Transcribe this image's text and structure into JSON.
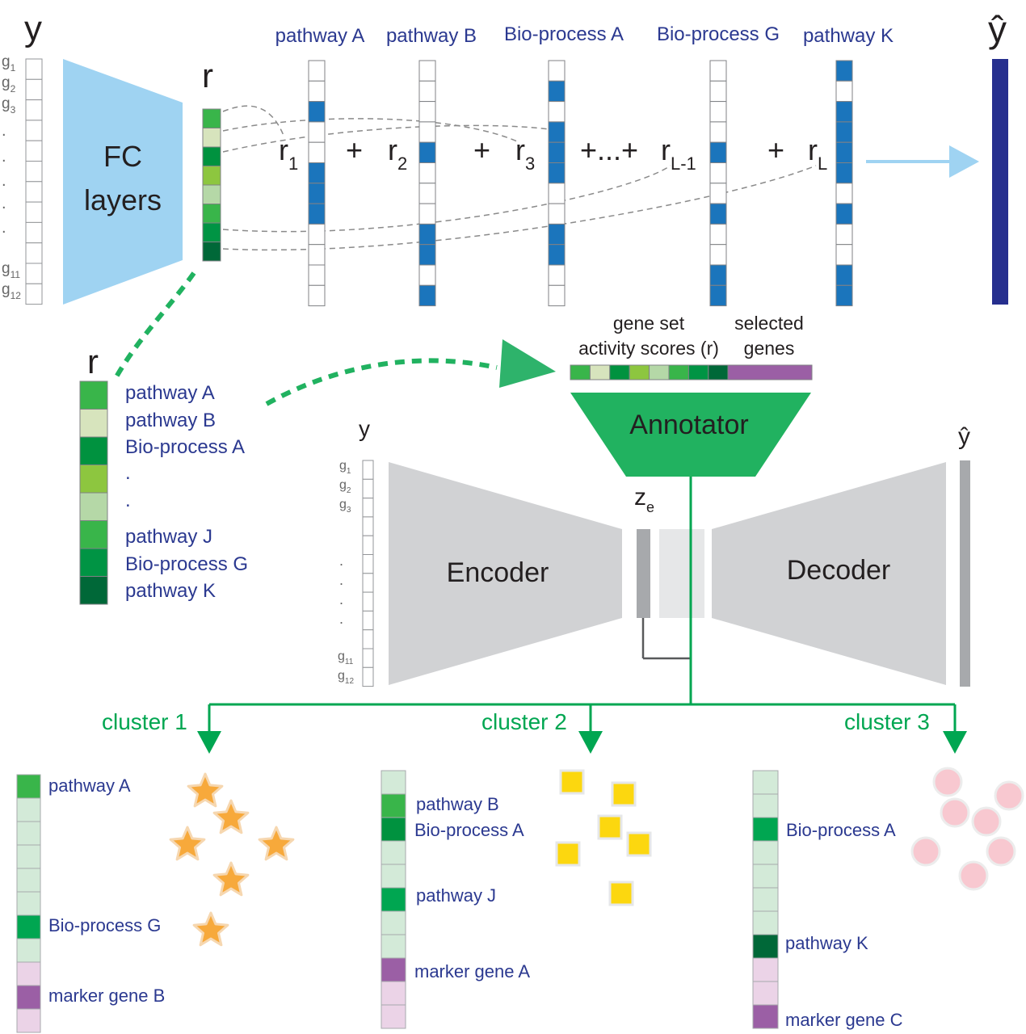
{
  "top": {
    "y_label": "y",
    "yhat_label": "ŷ",
    "r_label": "r",
    "fc_line1": "FC",
    "fc_line2": "layers",
    "gene_labels": {
      "g1": "g",
      "g1_sub": "1",
      "g2": "g",
      "g2_sub": "2",
      "g3": "g",
      "g3_sub": "3",
      "g11": "g",
      "g11_sub": "11",
      "g12": "g",
      "g12_sub": "12"
    },
    "dots": ".",
    "pathways": [
      "pathway A",
      "pathway B",
      "Bio-process A",
      "Bio-process G",
      "pathway K"
    ],
    "equation": {
      "r1": "r",
      "r1_sub": "1",
      "plus1": "+",
      "r2": "r",
      "r2_sub": "2",
      "plus2": "+",
      "r3": "r",
      "r3_sub": "3",
      "ellipsis": "+...+",
      "rL1": "r",
      "rL1_sub": "L-1",
      "plus3": "+",
      "rL": "r",
      "rL_sub": "L"
    }
  },
  "legend": {
    "r_label": "r",
    "items": [
      "pathway A",
      "pathway B",
      "Bio-process A",
      ".",
      ".",
      "pathway J",
      "Bio-process G",
      "pathway K"
    ]
  },
  "annotator": {
    "gene_set_line1": "gene set",
    "gene_set_line2": "activity scores (r)",
    "selected_line1": "selected",
    "selected_line2": "genes",
    "label": "Annotator"
  },
  "autoencoder": {
    "y_label": "y",
    "yhat_label": "ŷ",
    "encoder": "Encoder",
    "decoder": "Decoder",
    "z_label": "z",
    "z_sub": "e"
  },
  "clusters": [
    {
      "label": "cluster 1",
      "items": [
        "pathway A",
        "Bio-process G",
        "marker gene B"
      ]
    },
    {
      "label": "cluster 2",
      "items": [
        "pathway B",
        "Bio-process A",
        "pathway J",
        "marker gene A"
      ]
    },
    {
      "label": "cluster 3",
      "items": [
        "Bio-process A",
        "pathway K",
        "marker gene C"
      ]
    }
  ],
  "colors": {
    "navy_text": "#2b3990",
    "green_accent": "#00a651",
    "fc_blue": "#9fd3f2",
    "cell_blue": "#1b75bc",
    "yhat_navy": "#262f8e",
    "purple": "#9b5fa5",
    "light_purple": "#ebd3e7",
    "light_green": "#d3ead8",
    "grey_block": "#d1d2d4",
    "star": "#f7a93b",
    "square": "#fcd70f",
    "circle": "#f8c8d0"
  }
}
